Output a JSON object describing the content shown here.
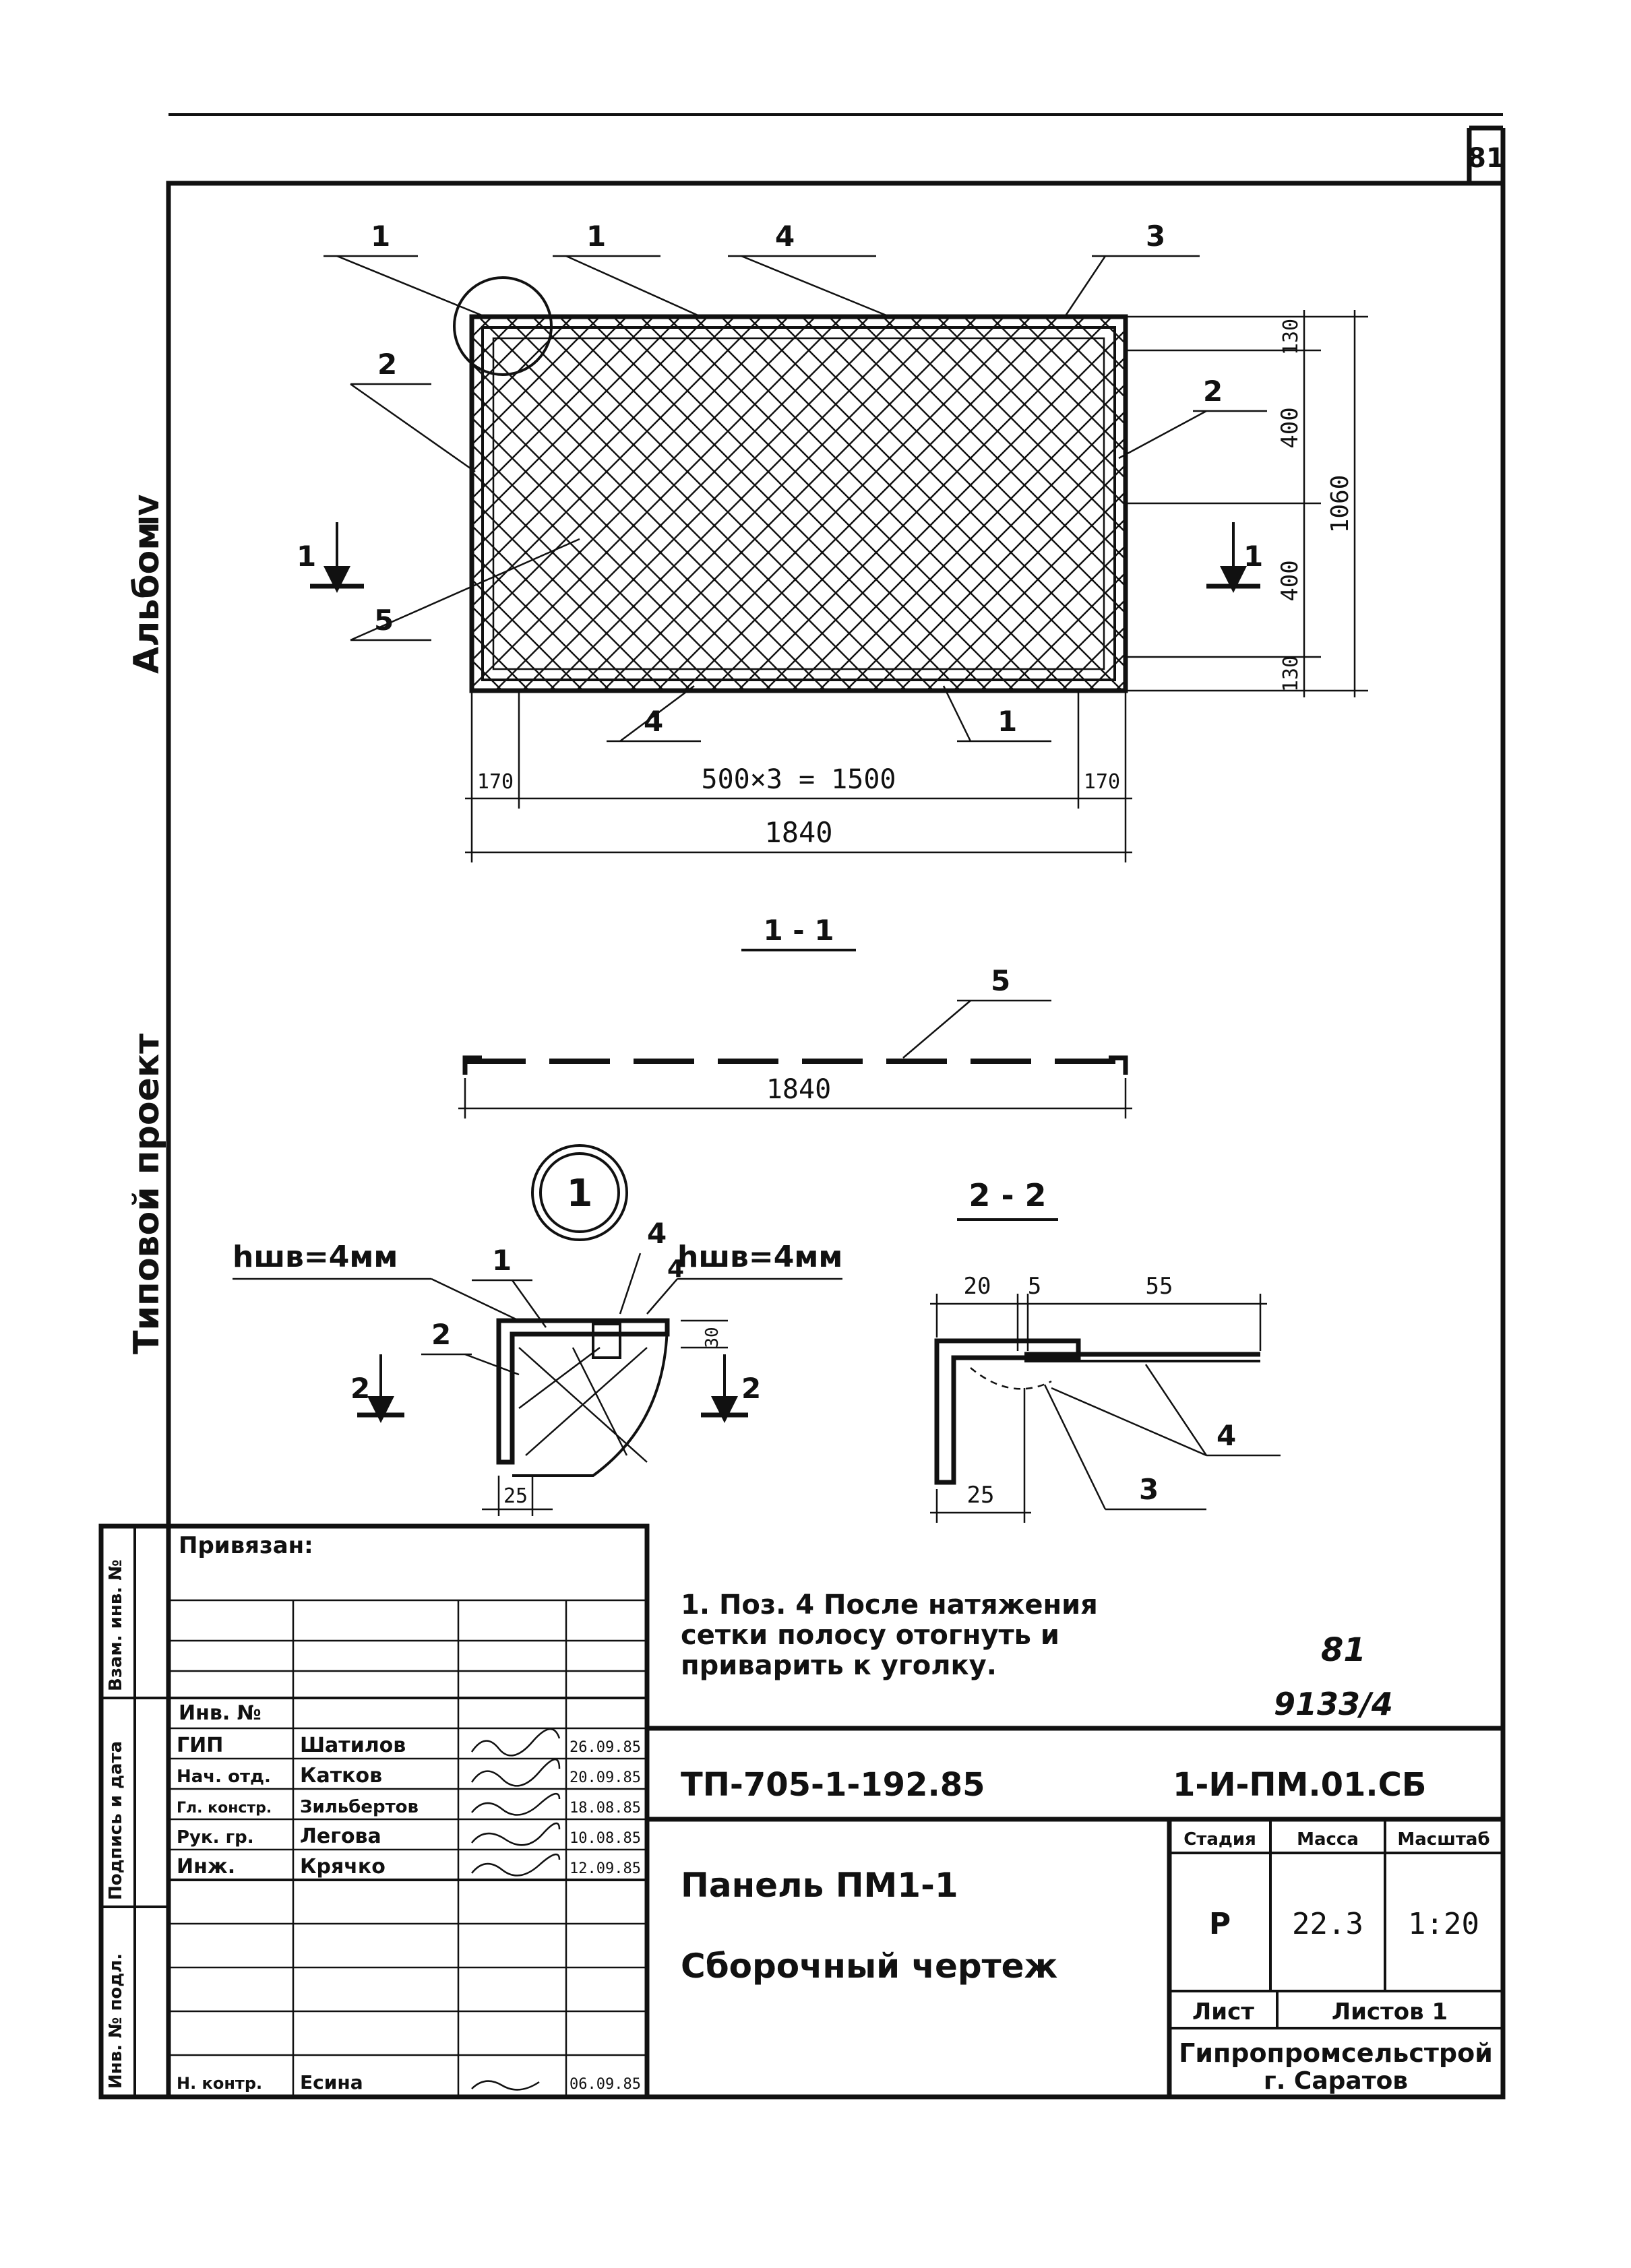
{
  "sheet_number": "81",
  "side_text": {
    "album": "Альбом",
    "album_num": "IV",
    "project": "Типовой проект"
  },
  "stamp_columns": {
    "inv_podl": "Инв. № подл.",
    "podpis_data": "Подпись и дата",
    "vzam_inv": "Взам. инв. №"
  },
  "plan": {
    "labels": [
      "1",
      "1",
      "4",
      "3",
      "2",
      "2",
      "5",
      "4",
      "1"
    ],
    "section_mark_left": "1",
    "section_mark_right": "1",
    "dims_right": [
      "130",
      "400",
      "400",
      "130"
    ],
    "dim_total_right": "1060",
    "dims_bottom_left": "170",
    "dims_bottom_mid": "500×3 = 1500",
    "dims_bottom_right": "170",
    "dim_total_bottom": "1840"
  },
  "section_1_1": {
    "title": "1 - 1",
    "pos": "5",
    "dim": "1840"
  },
  "node_1": {
    "number": "1",
    "weld_left": "hшв=4мм",
    "weld_right": "hшв=4мм",
    "pos1": "1",
    "pos2": "2",
    "pos4a": "4",
    "pos4b": "4",
    "dim_30": "30",
    "dim_25": "25",
    "sec_left": "2",
    "sec_right": "2"
  },
  "section_2_2": {
    "title": "2 - 2",
    "dim_20": "20",
    "dim_5": "5",
    "dim_55": "55",
    "dim_25": "25",
    "pos4": "4",
    "pos3": "3"
  },
  "note": {
    "line1": "1. Поз. 4   После   натяжения",
    "line2": "сетки  полосу  отогнуть  и",
    "line3": "приварить  к  уголку."
  },
  "handwritten": {
    "top": "81",
    "bottom": "9133/4"
  },
  "title_block": {
    "privyazan": "Привязан:",
    "inv_no": "Инв. №",
    "roles": [
      "ГИП",
      "Нач. отд.",
      "Гл. констр.",
      "Рук. гр.",
      "Инж."
    ],
    "names": [
      "Шатилов",
      "Катков",
      "Зильбертов",
      "Легова",
      "Крячко"
    ],
    "dates": [
      "26.09.85",
      "20.09.85",
      "18.08.85",
      "10.08.85",
      "12.09.85"
    ],
    "n_kontr": "Н. контр.",
    "n_kontr_name": "Есина",
    "n_kontr_date": "06.09.85",
    "project_code": "ТП-705-1-192.85",
    "doc_code": "1-И-ПМ.01.СБ",
    "name_line1": "Панель   ПМ1-1",
    "name_line2": "Сборочный  чертеж",
    "stage_h": "Стадия",
    "mass_h": "Масса",
    "scale_h": "Масштаб",
    "stage": "Р",
    "mass": "22.3",
    "scale": "1:20",
    "list": "Лист",
    "listov": "Листов 1",
    "org": "Гипропромсельстрой",
    "city": "г. Саратов"
  }
}
